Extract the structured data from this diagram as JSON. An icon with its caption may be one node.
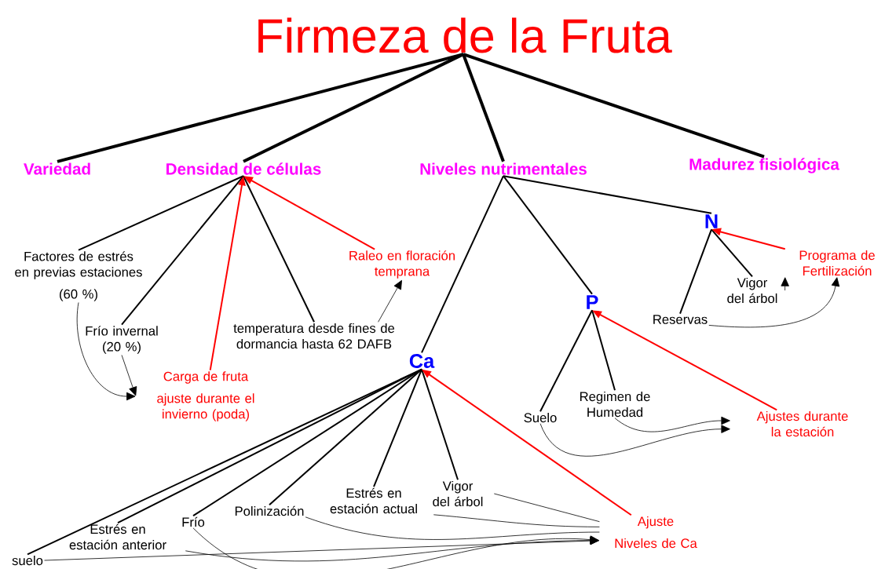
{
  "diagram": {
    "nodes": [
      {
        "text": [
          "Firmeza de la Fruta"
        ]
      },
      {
        "text": [
          "Variedad"
        ]
      },
      {
        "text": [
          "Densidad de células"
        ]
      },
      {
        "text": [
          "Niveles nutrimentales"
        ]
      },
      {
        "text": [
          "Madurez fisiológica"
        ]
      },
      {
        "text": [
          "Factores de estrés en previas estaciones",
          "(60 %)"
        ]
      },
      {
        "text": [
          "Frío invernal (20 %)"
        ]
      },
      {
        "text": [
          "Carga de fruta",
          "ajuste durante el invierno (poda)"
        ]
      },
      {
        "text": [
          "temperatura desde fines de dormancia hasta 62 DAFB"
        ]
      },
      {
        "text": [
          "Raleo en floración temprana"
        ]
      },
      {
        "text": [
          "Ca"
        ]
      },
      {
        "text": [
          "P"
        ]
      },
      {
        "text": [
          "N"
        ]
      },
      {
        "text": [
          "Vigor del árbol"
        ]
      },
      {
        "text": [
          "Reservas"
        ]
      },
      {
        "text": [
          "Programa de Fertilización"
        ]
      },
      {
        "text": [
          "Suelo"
        ]
      },
      {
        "text": [
          "Regimen de Humedad"
        ]
      },
      {
        "text": [
          "Ajustes durante la estación"
        ]
      },
      {
        "text": [
          "suelo"
        ]
      },
      {
        "text": [
          "Estrés en estación anterior"
        ]
      },
      {
        "text": [
          "Frío"
        ]
      },
      {
        "text": [
          "Polinización"
        ]
      },
      {
        "text": [
          "Estrés en estación actual"
        ]
      },
      {
        "text": [
          "Vigor del árbol"
        ]
      },
      {
        "text": [
          "Ajuste",
          "Niveles de Ca"
        ]
      }
    ],
    "edges": [
      {
        "from": 0,
        "to": 1,
        "arrow": "none",
        "style": "thick"
      },
      {
        "from": 0,
        "to": 2,
        "arrow": "none",
        "style": "thick"
      },
      {
        "from": 0,
        "to": 3,
        "arrow": "none",
        "style": "thick"
      },
      {
        "from": 0,
        "to": 4,
        "arrow": "none",
        "style": "thick"
      },
      {
        "from": 2,
        "to": 5,
        "arrow": "none"
      },
      {
        "from": 2,
        "to": 6,
        "arrow": "none"
      },
      {
        "from": 2,
        "to": 8,
        "arrow": "none"
      },
      {
        "from": 7,
        "to": 2,
        "arrow": "to",
        "color": "#ff0000"
      },
      {
        "from": 9,
        "to": 2,
        "arrow": "to",
        "color": "#ff0000"
      },
      {
        "from": 5,
        "to": 7,
        "arrow": "to"
      },
      {
        "from": 6,
        "to": 7,
        "arrow": "to"
      },
      {
        "from": 8,
        "to": 9,
        "arrow": "to"
      },
      {
        "from": 3,
        "to": 10,
        "arrow": "none"
      },
      {
        "from": 3,
        "to": 11,
        "arrow": "none"
      },
      {
        "from": 3,
        "to": 12,
        "arrow": "none"
      },
      {
        "from": 12,
        "to": 14,
        "arrow": "none"
      },
      {
        "from": 12,
        "to": 13,
        "arrow": "none"
      },
      {
        "from": 15,
        "to": 12,
        "arrow": "to",
        "color": "#ff0000"
      },
      {
        "from": 13,
        "to": 15,
        "arrow": "to"
      },
      {
        "from": 14,
        "to": 15,
        "arrow": "to"
      },
      {
        "from": 11,
        "to": 16,
        "arrow": "none"
      },
      {
        "from": 11,
        "to": 17,
        "arrow": "none"
      },
      {
        "from": 18,
        "to": 11,
        "arrow": "to",
        "color": "#ff0000"
      },
      {
        "from": 16,
        "to": 18,
        "arrow": "to"
      },
      {
        "from": 17,
        "to": 18,
        "arrow": "to"
      },
      {
        "from": 10,
        "to": 19,
        "arrow": "none"
      },
      {
        "from": 10,
        "to": 20,
        "arrow": "none"
      },
      {
        "from": 10,
        "to": 21,
        "arrow": "none"
      },
      {
        "from": 10,
        "to": 22,
        "arrow": "none"
      },
      {
        "from": 10,
        "to": 23,
        "arrow": "none"
      },
      {
        "from": 10,
        "to": 24,
        "arrow": "none"
      },
      {
        "from": 25,
        "to": 10,
        "arrow": "to",
        "color": "#ff0000"
      },
      {
        "from": 19,
        "to": 25,
        "arrow": "to"
      },
      {
        "from": 20,
        "to": 25,
        "arrow": "to"
      },
      {
        "from": 21,
        "to": 25,
        "arrow": "to"
      },
      {
        "from": 22,
        "to": 25,
        "arrow": "none"
      },
      {
        "from": 23,
        "to": 25,
        "arrow": "none"
      },
      {
        "from": 24,
        "to": 25,
        "arrow": "none"
      }
    ]
  }
}
